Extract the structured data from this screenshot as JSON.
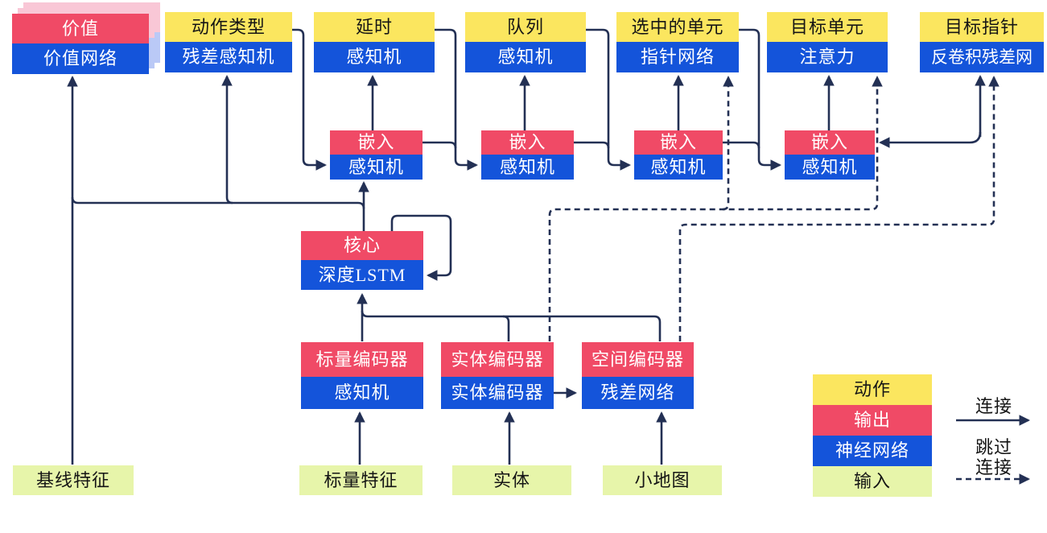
{
  "nodes": {
    "value": {
      "top": "价值",
      "bottom": "价值网络"
    },
    "action_type": {
      "top": "动作类型",
      "bottom": "残差感知机"
    },
    "delay": {
      "top": "延时",
      "bottom": "感知机"
    },
    "queue": {
      "top": "队列",
      "bottom": "感知机"
    },
    "selected_units": {
      "top": "选中的单元",
      "bottom": "指针网络"
    },
    "target_unit": {
      "top": "目标单元",
      "bottom": "注意力"
    },
    "target_pointer": {
      "top": "目标指针",
      "bottom": "反卷积残差网"
    },
    "embed1": {
      "top": "嵌入",
      "bottom": "感知机"
    },
    "embed2": {
      "top": "嵌入",
      "bottom": "感知机"
    },
    "embed3": {
      "top": "嵌入",
      "bottom": "感知机"
    },
    "embed4": {
      "top": "嵌入",
      "bottom": "感知机"
    },
    "core": {
      "top": "核心",
      "bottom": "深度LSTM"
    },
    "scalar_encoder": {
      "top": "标量编码器",
      "bottom": "感知机"
    },
    "entity_encoder": {
      "top": "实体编码器",
      "bottom": "实体编码器"
    },
    "spatial_encoder": {
      "top": "空间编码器",
      "bottom": "残差网络"
    }
  },
  "inputs": {
    "baseline_features": {
      "label": "基线特征"
    },
    "scalar_features": {
      "label": "标量特征"
    },
    "entities": {
      "label": "实体"
    },
    "minimap": {
      "label": "小地图"
    }
  },
  "legend": {
    "rows": [
      {
        "label": "动作",
        "type": "action"
      },
      {
        "label": "输出",
        "type": "output"
      },
      {
        "label": "神经网络",
        "type": "network"
      },
      {
        "label": "输入",
        "type": "input"
      }
    ],
    "connection_label": "连接",
    "skip_label_line1": "跳过",
    "skip_label_line2": "连接"
  },
  "colors": {
    "action_yellow": "#fbe65f",
    "output_red": "#f04a66",
    "network_blue": "#1454da",
    "input_green": "#e7f5aa",
    "wire_navy": "#233054",
    "shadow_pink": "#f9c7d6",
    "shadow_blue": "#bac9f6"
  }
}
